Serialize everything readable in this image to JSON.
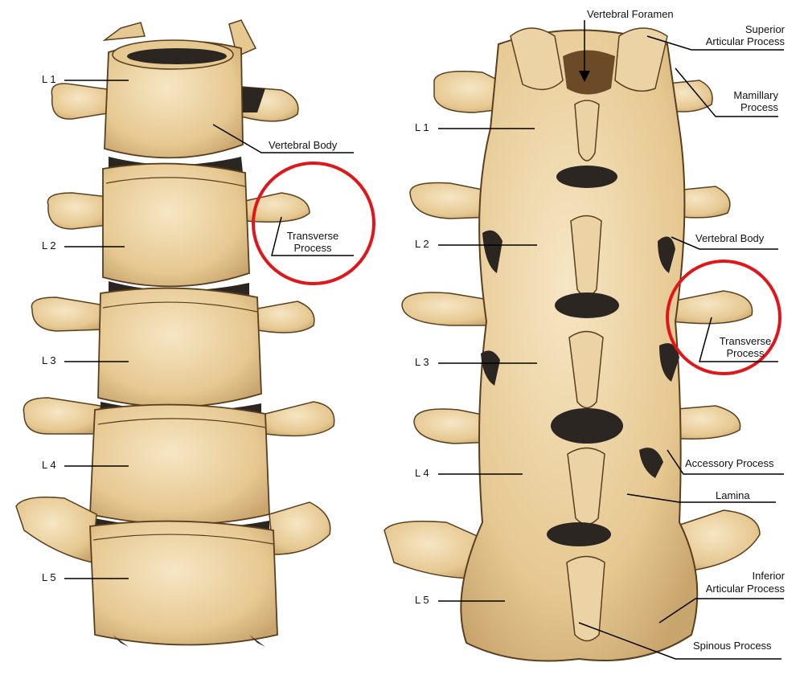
{
  "colors": {
    "bone": "#ecd3a6",
    "bone_dark": "#c9a56e",
    "bone_outline": "#5a3f1e",
    "cavity": "#2b2622",
    "highlight_circle": "#e0161b",
    "leader_line": "#000000"
  },
  "front_view": {
    "levels": [
      "L 1",
      "L 2",
      "L 3",
      "L 4",
      "L 5"
    ],
    "vertebral_body": "Vertebral Body",
    "transverse_process": [
      "Transverse",
      "Process"
    ]
  },
  "back_view": {
    "levels": [
      "L 1",
      "L 2",
      "L 3",
      "L 4",
      "L 5"
    ],
    "vertebral_foramen": "Vertebral Foramen",
    "superior_articular_process": [
      "Superior",
      "Articular Process"
    ],
    "mamillary_process": [
      "Mamillary",
      "Process"
    ],
    "vertebral_body": "Vertebral Body",
    "transverse_process": [
      "Transverse",
      "Process"
    ],
    "accessory_process": "Accessory Process",
    "lamina": "Lamina",
    "inferior_articular_process": [
      "Inferior",
      "Articular Process"
    ],
    "spinous_process": "Spinous Process"
  }
}
